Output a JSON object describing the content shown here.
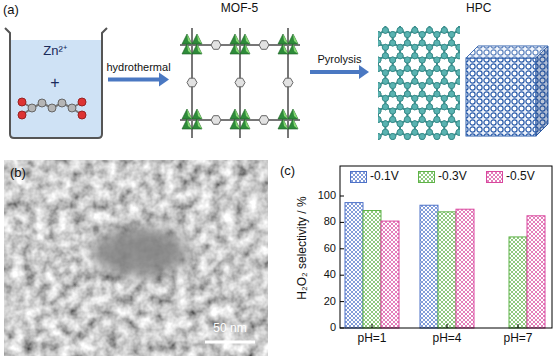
{
  "diagram": {
    "nodes": [
      {
        "text": [
          "Zn²⁺",
          "+"
        ]
      },
      {
        "text": [
          "MOF-5"
        ]
      },
      {
        "text": [
          "HPC"
        ]
      }
    ],
    "edges": [
      {
        "from": 0,
        "to": 1,
        "arrow": "to",
        "label": "hydrothermal"
      },
      {
        "from": 1,
        "to": 2,
        "arrow": "to",
        "label": "Pyrolysis"
      }
    ],
    "labels": [
      "(a)",
      "(b)",
      "50 nm",
      "(c)",
      "H₂O₂ selectivity / %",
      "100",
      "80",
      "60",
      "40",
      "20",
      "0",
      "pH=1",
      "pH=4",
      "pH=7"
    ],
    "legend": [
      {
        "text": "-0.1V",
        "color": "#4e72c8"
      },
      {
        "text": "-0.3V",
        "color": "#5fb348"
      },
      {
        "text": "-0.5V",
        "color": "#d9479e"
      }
    ]
  }
}
